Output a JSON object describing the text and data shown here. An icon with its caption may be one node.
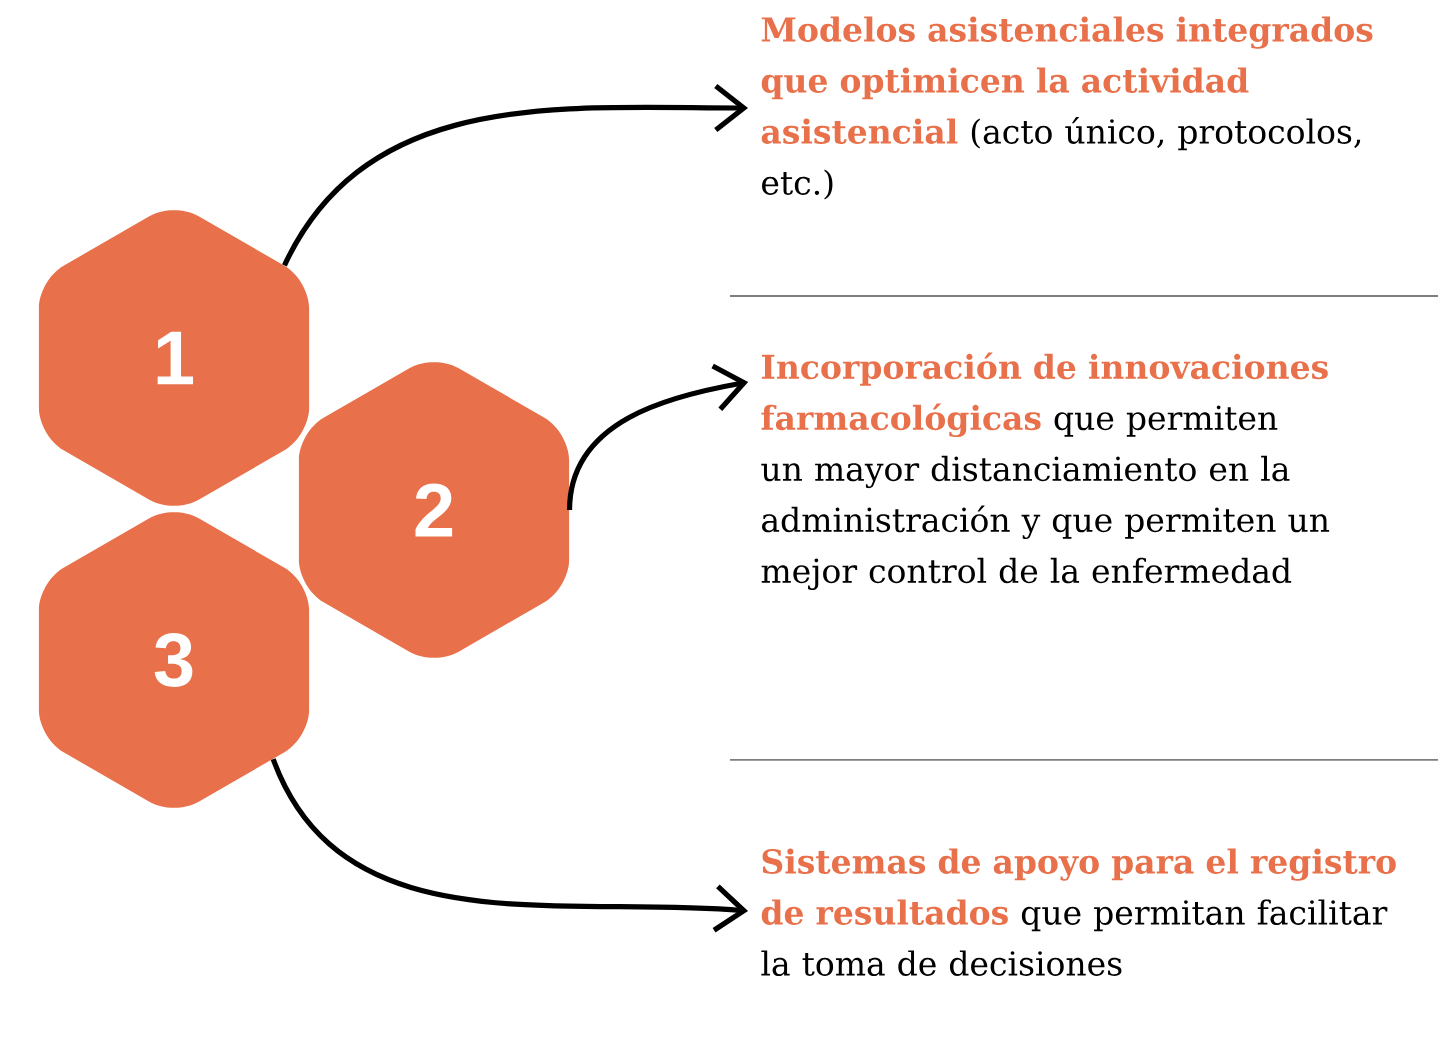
{
  "diagram": {
    "nodes": [
      {
        "text": [
          "1"
        ]
      },
      {
        "text": [
          "2"
        ]
      },
      {
        "text": [
          "3"
        ]
      },
      {
        "text": [
          "Modelos asistenciales integrados que optimicen la actividad asistencial",
          "(acto único, protocolos, etc.)"
        ]
      },
      {
        "text": [
          "Incorporación de innovaciones farmacológicas",
          "que permiten un mayor distanciamiento en la administración y que permiten un mejor control de la enfermedad"
        ]
      },
      {
        "text": [
          "Sistemas de apoyo para el registro de resultados",
          "que permitan facilitar la toma de decisiones"
        ]
      }
    ],
    "edges": [
      {
        "from": 0,
        "to": 3,
        "arrow": "to"
      },
      {
        "from": 1,
        "to": 4,
        "arrow": "to"
      },
      {
        "from": 2,
        "to": 5,
        "arrow": "to"
      }
    ]
  }
}
